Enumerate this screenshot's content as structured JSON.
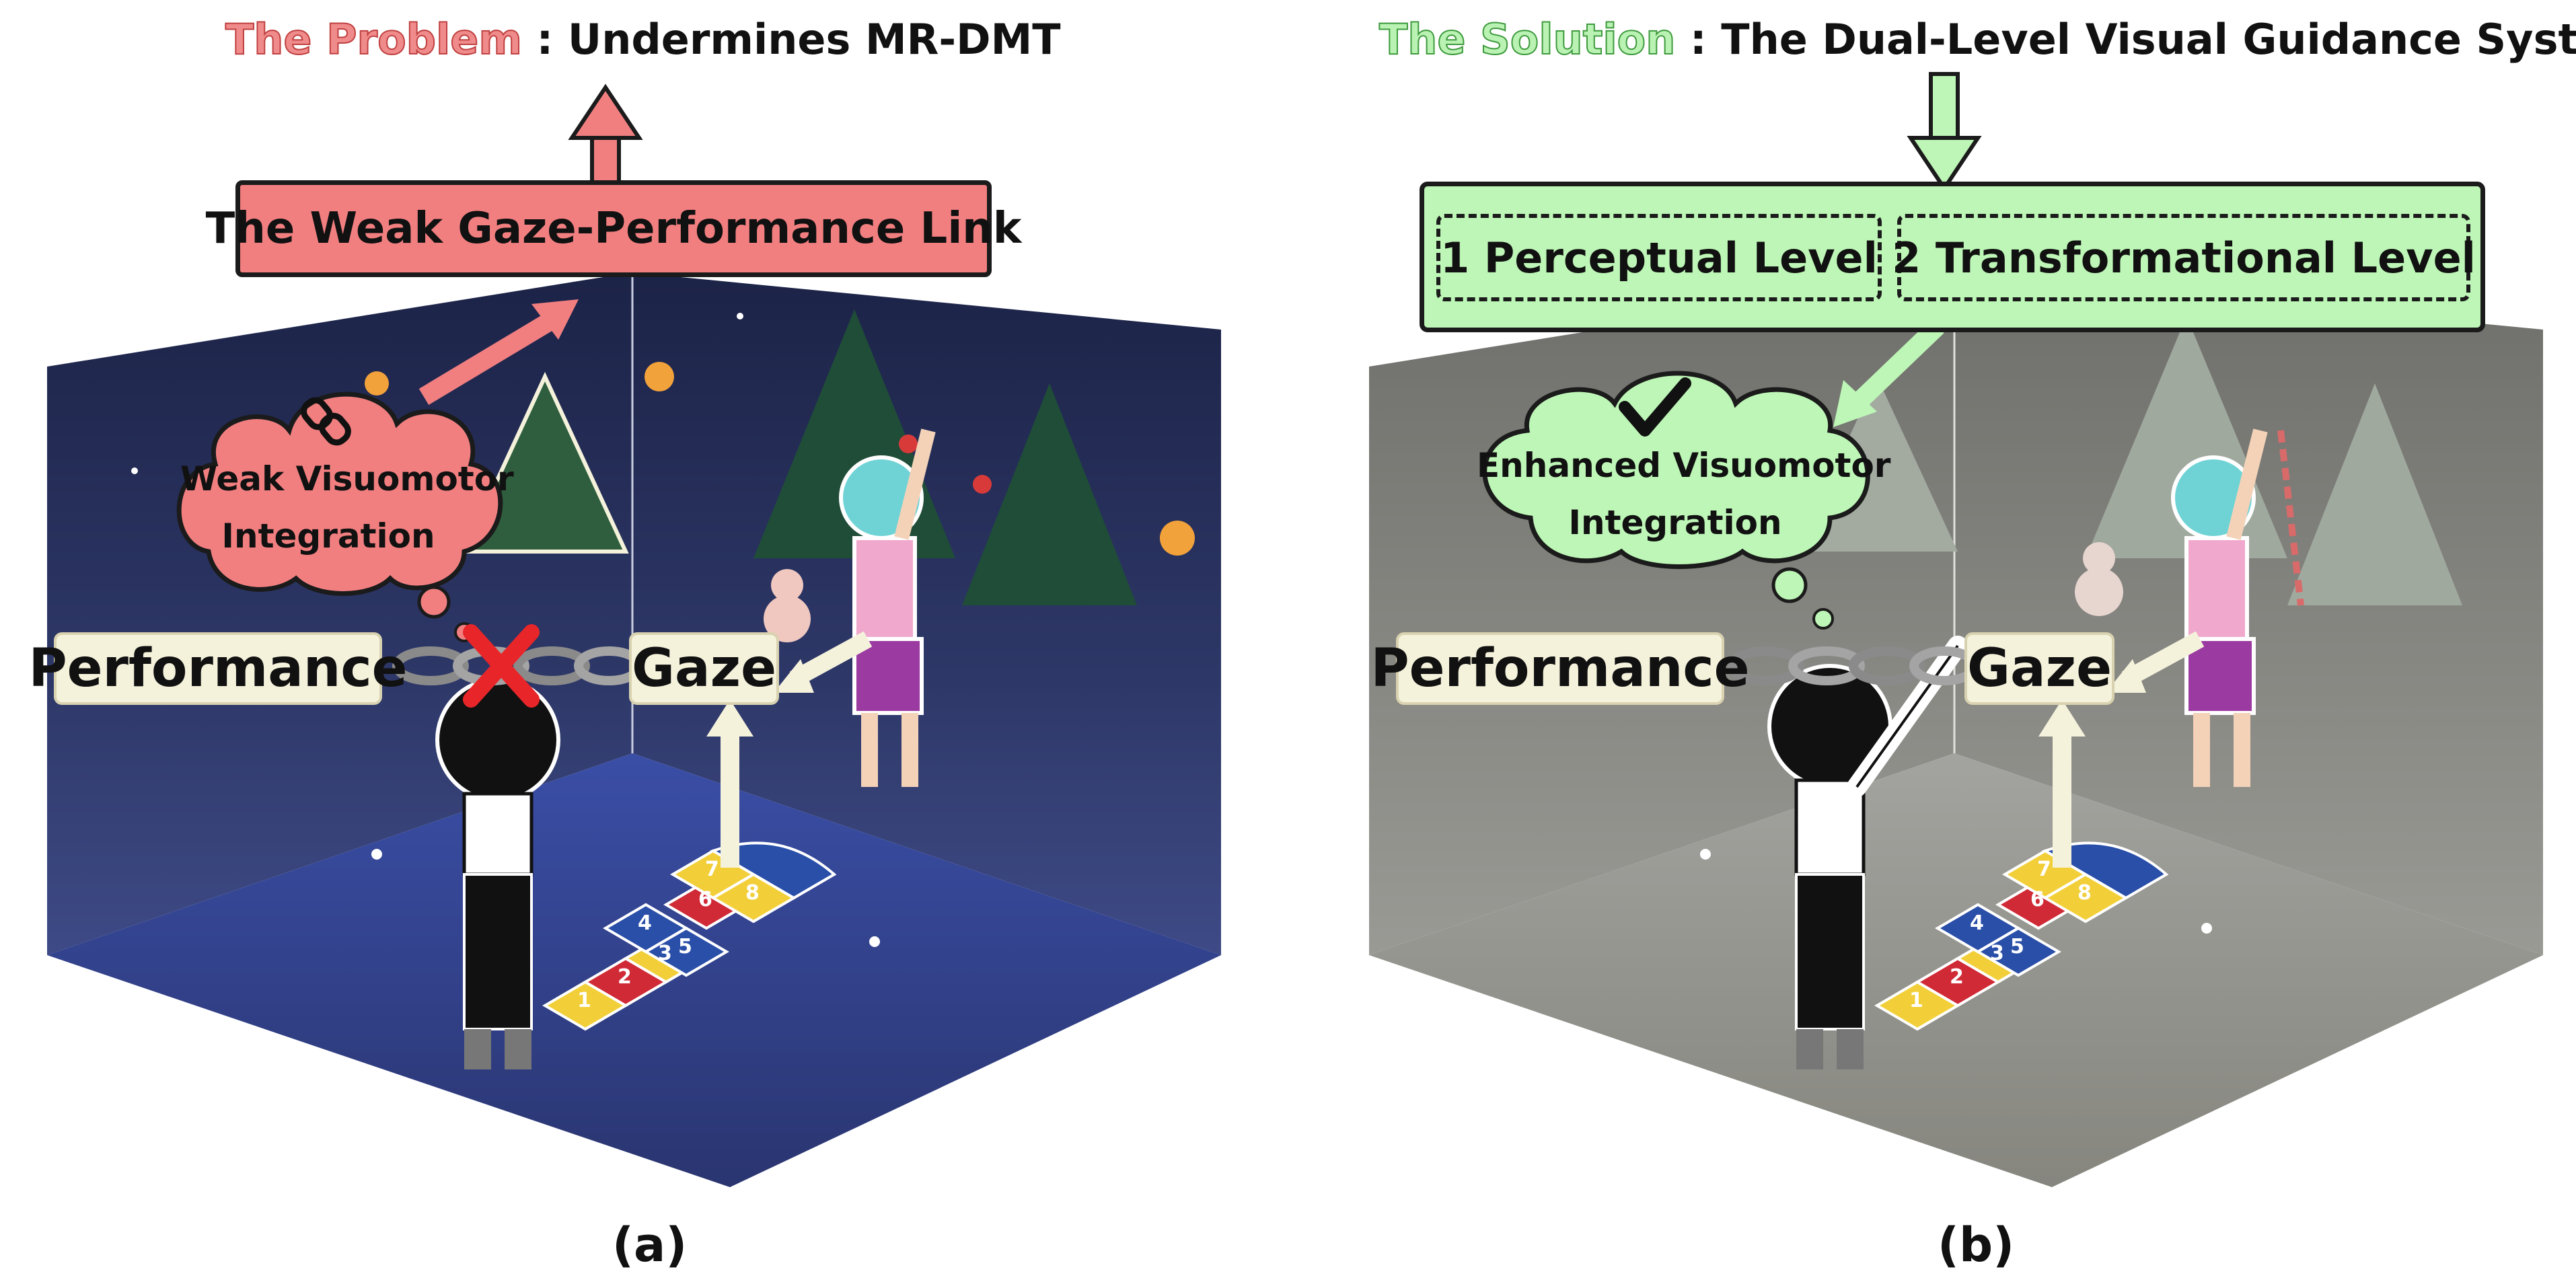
{
  "panel_a": {
    "title_highlight": "The Problem",
    "title_rest": " : Undermines MR-DMT",
    "box_label": "The Weak Gaze-Performance Link",
    "cloud_text_line1": "Weak Visuomotor",
    "cloud_text_line2": "Integration",
    "performance_label": "Performance",
    "gaze_label": "Gaze",
    "caption": "(a)"
  },
  "panel_b": {
    "title_highlight": "The Solution",
    "title_rest": " : The Dual-Level Visual Guidance System",
    "level1_label": "1 Perceptual Level",
    "level2_label": "2 Transformational Level",
    "cloud_text_line1": "Enhanced Visuomotor",
    "cloud_text_line2": "Integration",
    "performance_label": "Performance",
    "gaze_label": "Gaze",
    "caption": "(b)"
  },
  "hopscotch_numbers": [
    "1",
    "2",
    "3",
    "4",
    "5",
    "6",
    "7",
    "8"
  ],
  "colors": {
    "problem_red": "#f27f80",
    "solution_green": "#bdf6b6",
    "night_scene": "#2a3566",
    "faded_scene": "#8a8a86",
    "tag_bg": "#f5f2dc"
  }
}
